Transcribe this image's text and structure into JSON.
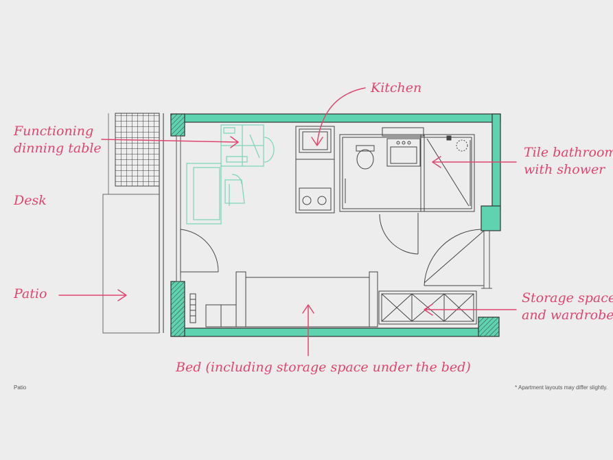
{
  "labels": {
    "kitchen": "Kitchen",
    "dining": "Functioning\ndinning table",
    "desk": "Desk",
    "bathroom": "Tile bathroom\nwith shower",
    "patio": "Patio",
    "storage": "Storage space\nand wardrobe",
    "bed": "Bed (including storage space under the bed)"
  },
  "footer": {
    "left": "Patio",
    "right": "* Apartment layouts may differ slightly."
  },
  "colors": {
    "background": "#ededed",
    "wall": "#5fd3b0",
    "line": "#444444",
    "furniture_teal": "#7fd6bd",
    "annotation": "#e0456f"
  }
}
